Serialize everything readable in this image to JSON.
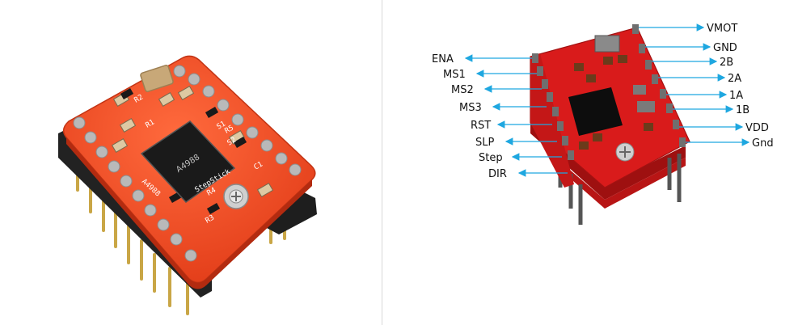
{
  "photo": {
    "silkscreen": [
      "R2",
      "R1",
      "S1",
      "S2",
      "C1",
      "A4988",
      "StepStick",
      "R3",
      "R4",
      "R5"
    ],
    "chip_marking": "A4988",
    "colors": {
      "board": "#f04a24",
      "chip": "#1a1a1a",
      "gold": "#c9a646",
      "pin_header": "#222222"
    }
  },
  "diagram": {
    "left_pins": [
      "ENA",
      "MS1",
      "MS2",
      "MS3",
      "RST",
      "SLP",
      "Step",
      "DIR"
    ],
    "right_pins": [
      "VMOT",
      "GND",
      "2B",
      "2A",
      "1A",
      "1B",
      "VDD",
      "Gnd"
    ],
    "colors": {
      "board": "#d91b1b",
      "board_dark": "#9e1010",
      "arrow": "#1ea7e0",
      "chip": "#0d0d0d"
    }
  }
}
